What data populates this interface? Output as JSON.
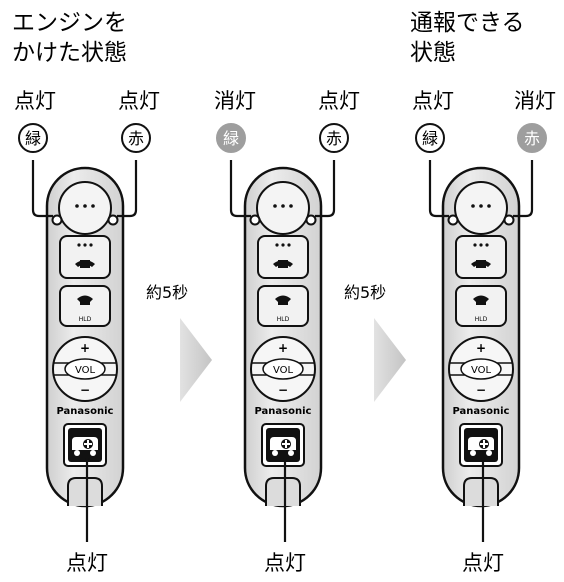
{
  "headings": {
    "left": [
      "エンジンを",
      "かけた状態"
    ],
    "right": [
      "通報できる",
      "状態"
    ]
  },
  "states": [
    {
      "status_labels": [
        "点灯",
        "点灯"
      ],
      "lamps": [
        {
          "char": "緑",
          "lit": true
        },
        {
          "char": "赤",
          "lit": true
        }
      ],
      "bottom_label": "点灯"
    },
    {
      "status_labels": [
        "消灯",
        "点灯"
      ],
      "lamps": [
        {
          "char": "緑",
          "lit": false
        },
        {
          "char": "赤",
          "lit": true
        }
      ],
      "bottom_label": "点灯"
    },
    {
      "status_labels": [
        "点灯",
        "消灯"
      ],
      "lamps": [
        {
          "char": "緑",
          "lit": true
        },
        {
          "char": "赤",
          "lit": false
        }
      ],
      "bottom_label": "点灯"
    }
  ],
  "transitions": [
    "約5秒",
    "約5秒"
  ],
  "device": {
    "brand": "Panasonic",
    "vol_label": "VOL",
    "vol_plus": "+",
    "vol_minus": "−",
    "hold_label": "HLD"
  },
  "colors": {
    "body": "#e6e6e6",
    "outline": "#111111",
    "lamp_unlit": "#9e9e9e",
    "arrow": "#d6d6d6"
  }
}
